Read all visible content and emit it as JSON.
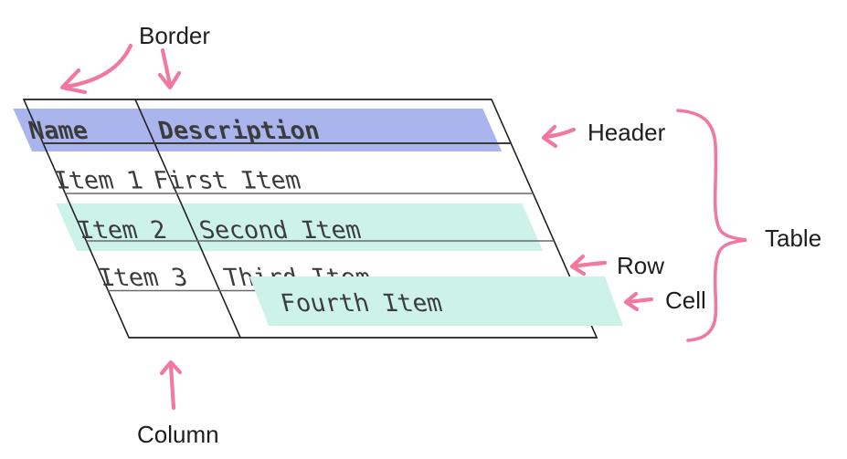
{
  "diagram_title": "table-anatomy-diagram",
  "table": {
    "header": {
      "cells": [
        "Name",
        "Description"
      ]
    },
    "rows": [
      {
        "cells": [
          "Item 1",
          "First Item"
        ]
      },
      {
        "cells": [
          "Item 2",
          "Second Item"
        ]
      },
      {
        "cells": [
          "Item 3",
          "Third Item"
        ]
      },
      {
        "cells": [
          "",
          "Fourth Item"
        ]
      }
    ]
  },
  "annotations": {
    "border": "Border",
    "header": "Header",
    "table": "Table",
    "row": "Row",
    "cell": "Cell",
    "column": "Column"
  },
  "colors": {
    "annotation_pink": "#f2799e",
    "header_highlight": "#aab4ed",
    "row_highlight": "#cdf2e7",
    "cell_highlight": "#cdf2e7",
    "table_text": "#3c3c3c",
    "label_text": "#1e1e1e",
    "table_border": "#1e1e1e",
    "grid_line": "#6a6a6a"
  }
}
